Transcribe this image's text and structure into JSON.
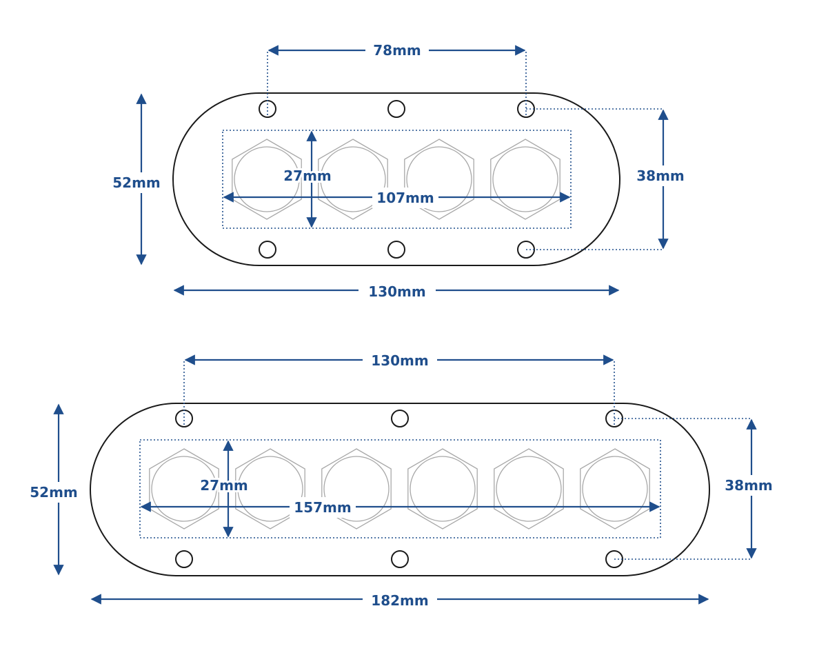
{
  "colors": {
    "dimension": "#1f4e8c",
    "outline": "#1a1a1a",
    "fitting": "#a8a8a8",
    "background": "#ffffff"
  },
  "plate_4": {
    "fitting_count": 4,
    "dims": {
      "hole_span": "78mm",
      "overall_height": "52mm",
      "fitting_height": "27mm",
      "fitting_span": "107mm",
      "hole_pitch_vertical": "38mm",
      "overall_width": "130mm"
    }
  },
  "plate_6": {
    "fitting_count": 6,
    "dims": {
      "hole_span": "130mm",
      "overall_height": "52mm",
      "fitting_height": "27mm",
      "fitting_span": "157mm",
      "hole_pitch_vertical": "38mm",
      "overall_width": "182mm"
    }
  }
}
